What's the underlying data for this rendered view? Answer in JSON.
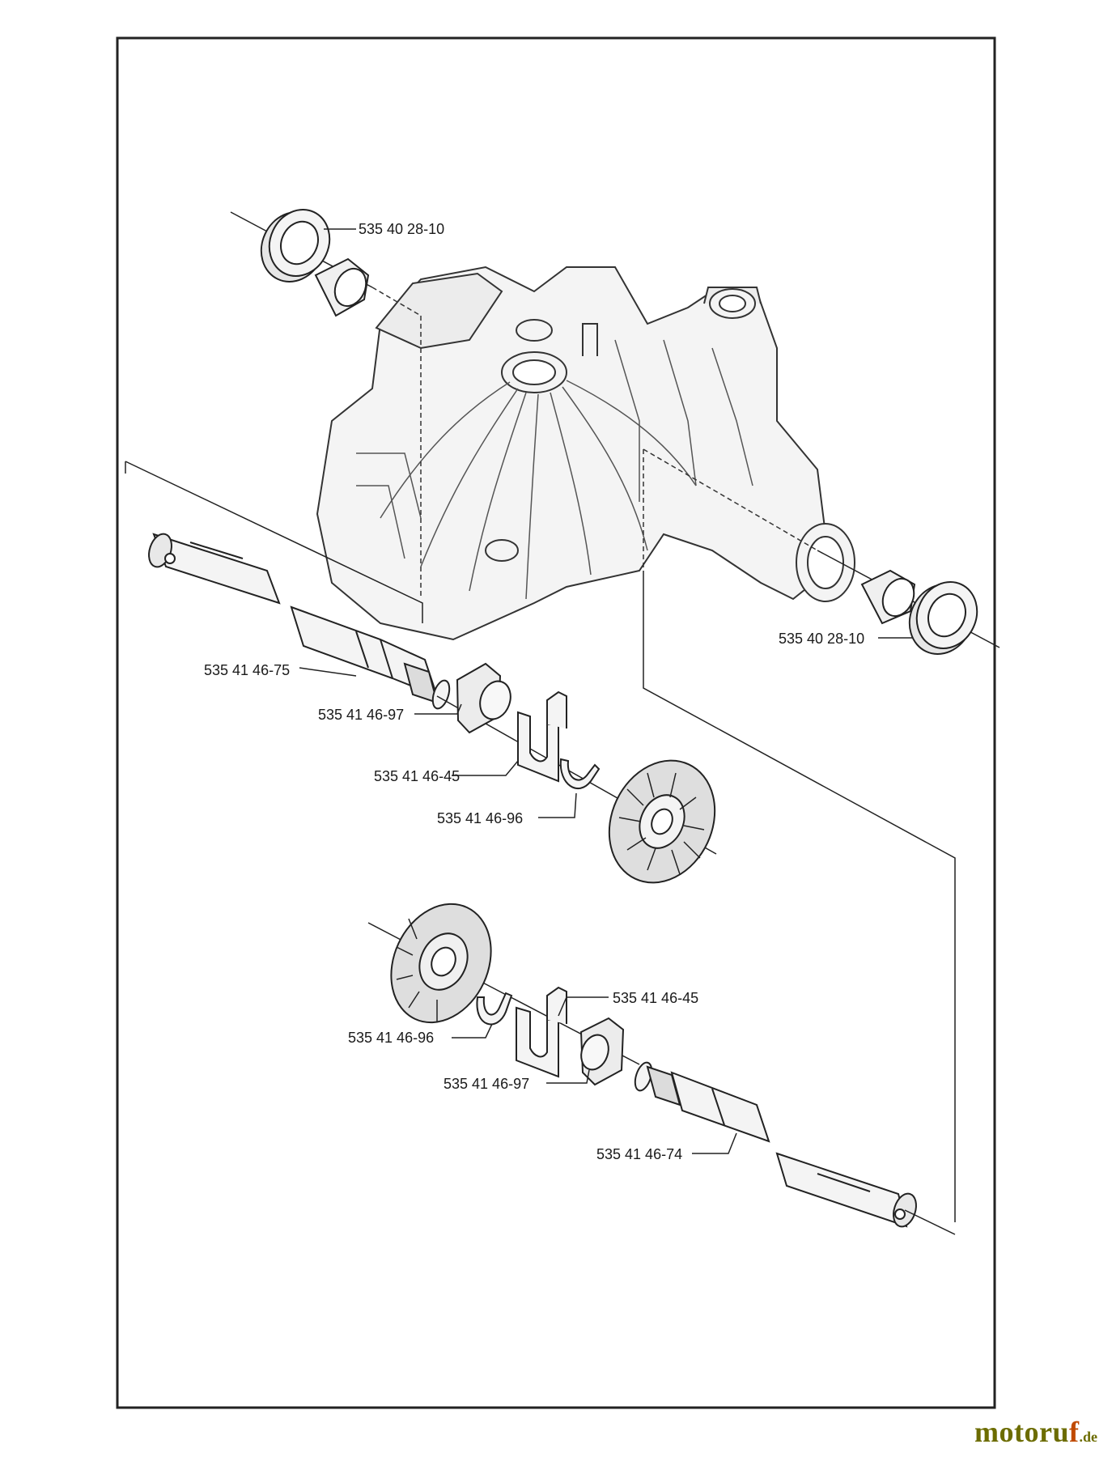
{
  "labels": {
    "seal_top": "535 40 28-10",
    "seal_right": "535 40 28-10",
    "axle_left": "535 41 46-75",
    "bearing_left": "535 41 46-97",
    "shim_left": "535 41 46-45",
    "washer_left": "535 41 46-96",
    "shim_right": "535 41 46-45",
    "washer_right": "535 41 46-96",
    "bearing_right": "535 41 46-97",
    "axle_right": "535 41 46-74"
  },
  "watermark": {
    "main": "motoru",
    "accent": "f",
    "suffix": ".de"
  },
  "colors": {
    "line": "#222222",
    "part_fill": "#f2f2f2",
    "gear_fill": "#dedede",
    "brand": "#6c6c00",
    "brand_accent": "#c04a00"
  }
}
